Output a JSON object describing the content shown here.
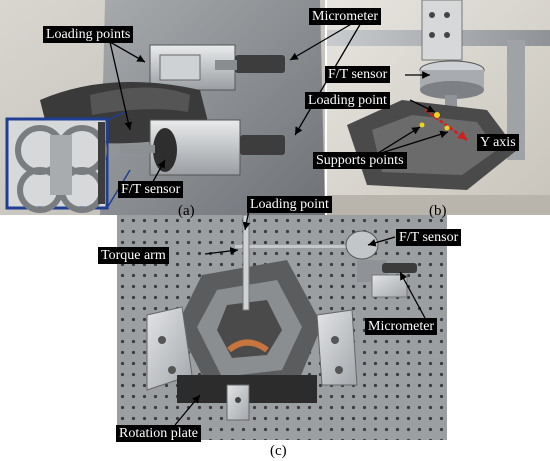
{
  "panel_a": {
    "caption": "(a)",
    "labels": {
      "loading_points": "Loading points",
      "micrometer": "Micrometer",
      "ft_sensor": "F/T sensor"
    }
  },
  "panel_b": {
    "caption": "(b)",
    "labels": {
      "ft_sensor": "F/T sensor",
      "loading_point": "Loading point",
      "supports_points": "Supports points",
      "y_axis": "Y axis"
    }
  },
  "panel_c": {
    "caption": "(c)",
    "labels": {
      "loading_point": "Loading point",
      "torque_arm": "Torque arm",
      "ft_sensor": "F/T sensor",
      "micrometer": "Micrometer",
      "rotation_plate": "Rotation plate"
    }
  },
  "colors": {
    "label_bg": "#000000",
    "label_text": "#ffffff",
    "inset_border": "#1f3f95",
    "y_axis_arrow": "#d11f1f"
  }
}
